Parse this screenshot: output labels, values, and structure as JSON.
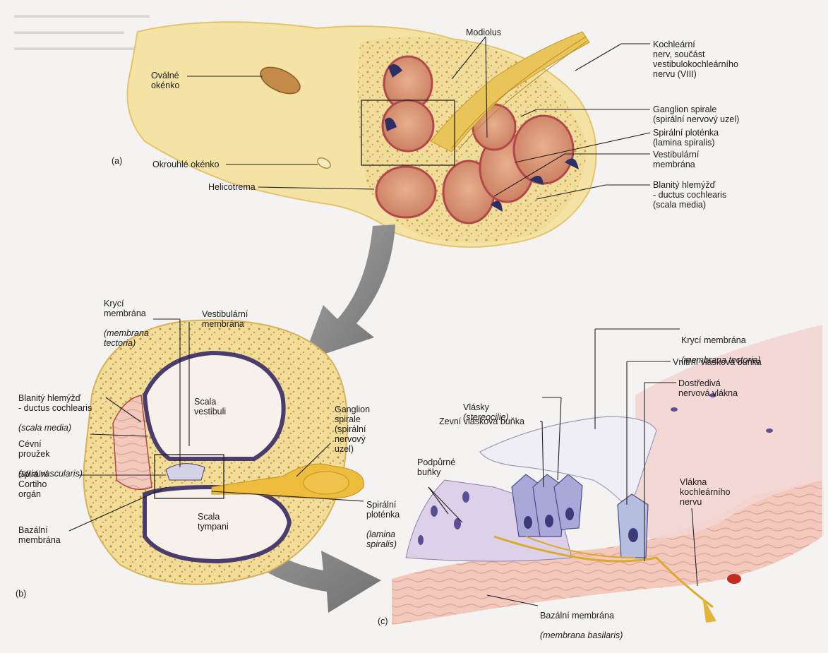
{
  "panels": {
    "a": "(a)",
    "b": "(b)",
    "c": "(c)"
  },
  "labels_a": {
    "oval_window": "Oválné\nokénko",
    "round_window": "Okrouhlé okénko",
    "helicotrema": "Helicotrema",
    "modiolus": "Modiolus",
    "cochlear_nerve": "Kochleární\nnerv, součást\nvestibulokochleárního\nnervu (VIII)",
    "ganglion_spirale": "Ganglion spirale\n(spirální nervový uzel)",
    "lamina_spiralis": "Spirální ploténka\n(lamina spiralis)",
    "vestibular_membrane": "Vestibulární\nmembrána",
    "ductus_cochlearis": "Blanitý hlemýžď\n- ductus cochlearis\n(scala media)"
  },
  "labels_b": {
    "tectorial_title": "Krycí\nmembrána",
    "tectorial_latin": "(membrana\ntectoria)",
    "vestibular_membrane": "Vestibulární\nmembrána",
    "ductus_title": "Blanitý hlemýžď\n- ductus cochlearis",
    "ductus_latin": "(scala media)",
    "stria_title": "Cévní\nproužek",
    "stria_latin": "(stria vascularis)",
    "corti": "Spirální\nCortiho\norgán",
    "basilar": "Bazální\nmembrána",
    "scala_vestibuli": "Scala\nvestibuli",
    "scala_tympani": "Scala\ntympani",
    "ganglion": "Ganglion\nspirale\n(spirální\nnervový\nuzel)",
    "lamina_title": "Spirální\nploténka",
    "lamina_latin": "(lamina\nspiralis)"
  },
  "labels_c": {
    "tectorial_title": "Krycí membrána",
    "tectorial_latin": "(membrana tectoria)",
    "inner_hair_cell": "Vnitřní vlásková buňka",
    "afferent_fibers": "Dostředivá\nnervová vlákna",
    "stereocilia_title": "Vlásky",
    "stereocilia_latin": "(stereocilie)",
    "outer_hair_cell": "Zevní vlásková buňka",
    "supporting_cells": "Podpůrné\nbuňky",
    "cochlear_fibers": "Vlákna\nkochleárního\nnervu",
    "basilar_title": "Bazální membrána",
    "basilar_latin": "(membrana basilaris)"
  },
  "colors": {
    "bone": "#f3df9e",
    "bone_dark": "#e0c06a",
    "duct_fill": "#d99a78",
    "duct_edge": "#b3474b",
    "membrane_blue": "#2c2f66",
    "nerve": "#e8b830",
    "arrow_gray": "#8c8c8c",
    "cell_purple": "#c7b7d9",
    "nucleus": "#5a4f95",
    "tissue_pink": "#eec0b5"
  }
}
